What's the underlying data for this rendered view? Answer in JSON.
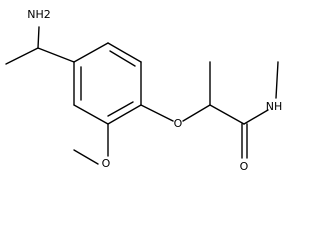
{
  "structure": {
    "atoms": {
      "amine_nh2": "NH2",
      "ether_o": "O",
      "methoxy_o": "O",
      "carbonyl_o": "O",
      "amide_nh": "NH"
    }
  }
}
